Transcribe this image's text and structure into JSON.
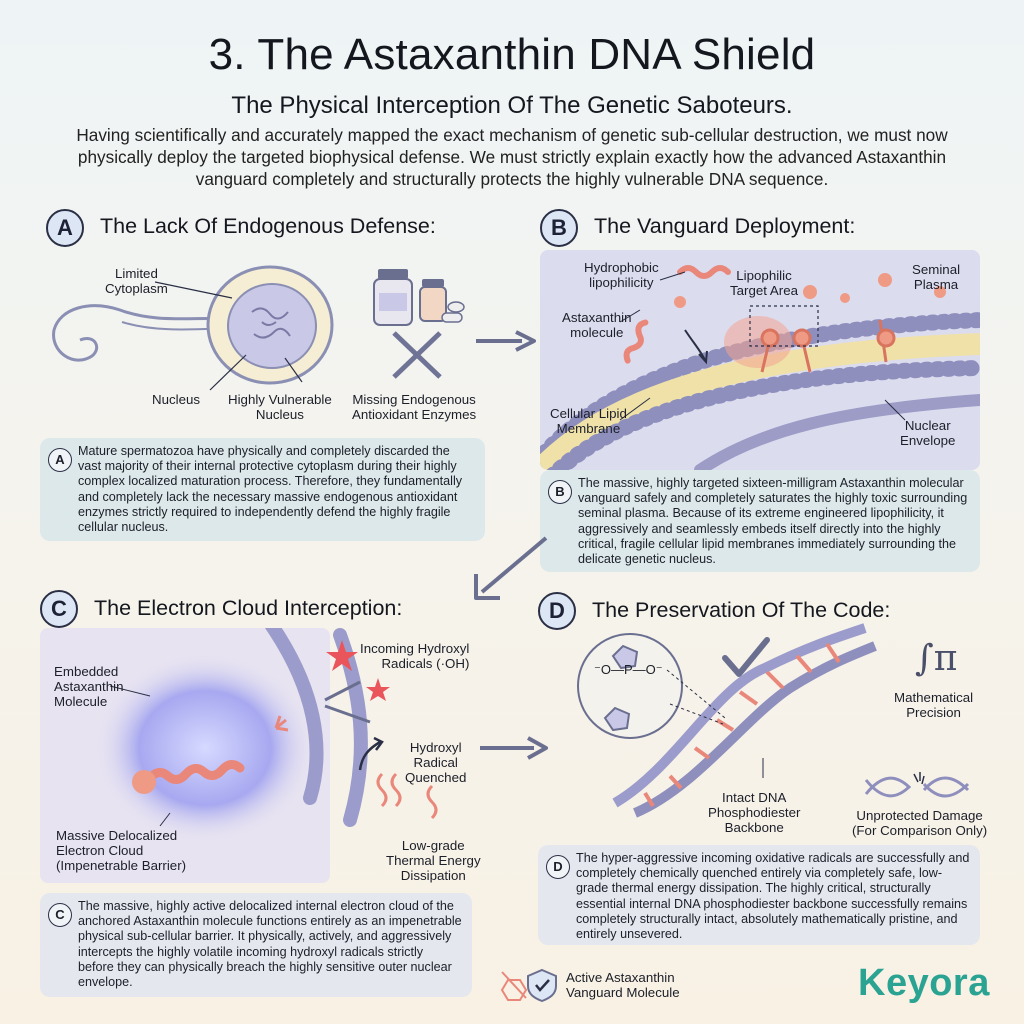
{
  "header": {
    "title": "3. The Astaxanthin DNA Shield",
    "subtitle": "The Physical Interception Of The Genetic Saboteurs.",
    "intro": "Having scientifically and accurately mapped the exact mechanism of genetic sub-cellular destruction, we must now physically deploy the targeted biophysical defense. We must strictly explain exactly how the advanced Astaxanthin vanguard completely and structurally protects the highly vulnerable DNA sequence."
  },
  "sectionA": {
    "badge": "A",
    "title": "The Lack Of Endogenous Defense:",
    "labels": {
      "cytoplasm": "Limited\nCytoplasm",
      "nucleus": "Nucleus",
      "vulnerable": "Highly Vulnerable\nNucleus",
      "enzymes": "Missing Endogenous\nAntioxidant Enzymes"
    },
    "box_badge": "A",
    "box_text": "Mature spermatozoa have physically and completely discarded the vast majority of their internal protective cytoplasm during their highly complex localized maturation process. Therefore, they fundamentally and completely lack the necessary massive endogenous antioxidant enzymes strictly required to independently defend the highly fragile cellular nucleus."
  },
  "sectionB": {
    "badge": "B",
    "title": "The Vanguard Deployment:",
    "labels": {
      "hydrophobic": "Hydrophobic\nlipophilicity",
      "lipophilic": "Lipophilic\nTarget Area",
      "seminal": "Seminal\nPlasma",
      "molecule": "Astaxanthin\nmolecule",
      "membrane": "Cellular Lipid\nMembrane",
      "envelope": "Nuclear\nEnvelope"
    },
    "box_badge": "B",
    "box_text": "The massive, highly targeted sixteen-milligram Astaxanthin molecular vanguard safely and completely saturates the highly toxic surrounding seminal plasma. Because of its extreme engineered lipophilicity, it aggressively and seamlessly embeds itself directly into the highly critical, fragile cellular lipid membranes immediately surrounding the delicate genetic nucleus."
  },
  "sectionC": {
    "badge": "C",
    "title": "The Electron Cloud Interception:",
    "labels": {
      "embedded": "Embedded\nAstaxanthin\nMolecule",
      "cloud": "Massive Delocalized\nElectron Cloud\n(Impenetrable Barrier)",
      "incoming": "Incoming Hydroxyl\nRadicals (·OH)",
      "quenched": "Hydroxyl\nRadical\nQuenched",
      "thermal": "Low-grade\nThermal Energy\nDissipation"
    },
    "box_badge": "C",
    "box_text": "The massive, highly active delocalized internal electron cloud of the anchored Astaxanthin molecule functions entirely as an impenetrable physical sub-cellular barrier. It physically, actively, and aggressively intercepts the highly volatile incoming hydroxyl radicals strictly before they can physically breach the highly sensitive outer nuclear envelope."
  },
  "sectionD": {
    "badge": "D",
    "title": "The Preservation Of The Code:",
    "labels": {
      "phosphate": "⁻O—P—O⁻",
      "math_symbol": "∫π",
      "math": "Mathematical\nPrecision",
      "backbone": "Intact DNA\nPhosphodiester\nBackbone",
      "damage": "Unprotected Damage\n(For Comparison Only)"
    },
    "box_badge": "D",
    "box_text": "The hyper-aggressive incoming oxidative radicals are successfully and completely chemically quenched entirely via completely safe, low-grade thermal energy dissipation. The highly critical, structurally essential internal DNA phosphodiester backbone successfully remains completely structurally intact, absolutely mathematically pristine, and entirely unsevered."
  },
  "legend": {
    "label": "Active Astaxanthin\nVanguard Molecule"
  },
  "brand": {
    "name": "Keyora",
    "color": "#2aa392"
  },
  "colors": {
    "accent_salmon": "#e9887a",
    "panel_lavender": "#dcdcef",
    "box_bg": "#dde8ea",
    "membrane_blue": "#8e8fbd"
  }
}
